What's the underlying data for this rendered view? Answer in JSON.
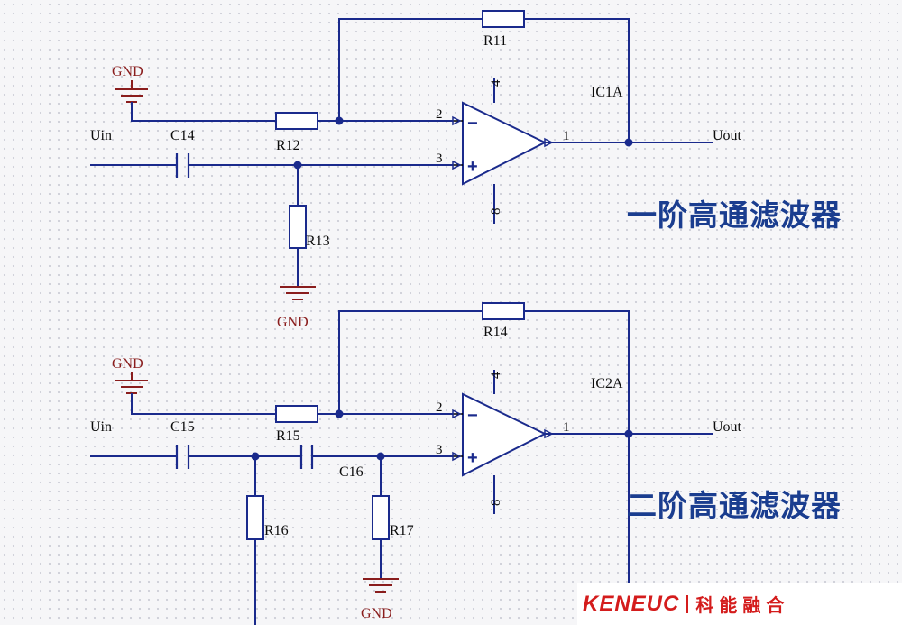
{
  "circuits": {
    "first": {
      "title": "一阶高通滤波器",
      "ground_top": "GND",
      "ground_bottom": "GND",
      "input": "Uin",
      "output": "Uout",
      "ic": "IC1A",
      "capacitor": "C14",
      "feedback_resistor": "R11",
      "input_resistor": "R12",
      "shunt_resistor": "R13",
      "pin_inverting": "2",
      "pin_noninverting": "3",
      "pin_output": "1",
      "pin_vplus": "4",
      "pin_vminus": "8"
    },
    "second": {
      "title": "二阶高通滤波器",
      "ground_top": "GND",
      "ground_bottom": "GND",
      "input": "Uin",
      "output": "Uout",
      "ic": "IC2A",
      "capacitor_1": "C15",
      "capacitor_2": "C16",
      "feedback_resistor": "R14",
      "input_resistor": "R15",
      "shunt_resistor_1": "R16",
      "shunt_resistor_2": "R17",
      "pin_inverting": "2",
      "pin_noninverting": "3",
      "pin_output": "1",
      "pin_vplus": "4",
      "pin_vminus": "8"
    }
  },
  "opamp_signs": {
    "minus": "−",
    "plus": "+"
  },
  "logo": {
    "brand": "KENEUC",
    "cn": "科能融合"
  },
  "colors": {
    "wire": "#1a2a8c",
    "ground": "#8a1d1d",
    "caption": "#1a3d8f",
    "logo": "#d41c1c"
  }
}
